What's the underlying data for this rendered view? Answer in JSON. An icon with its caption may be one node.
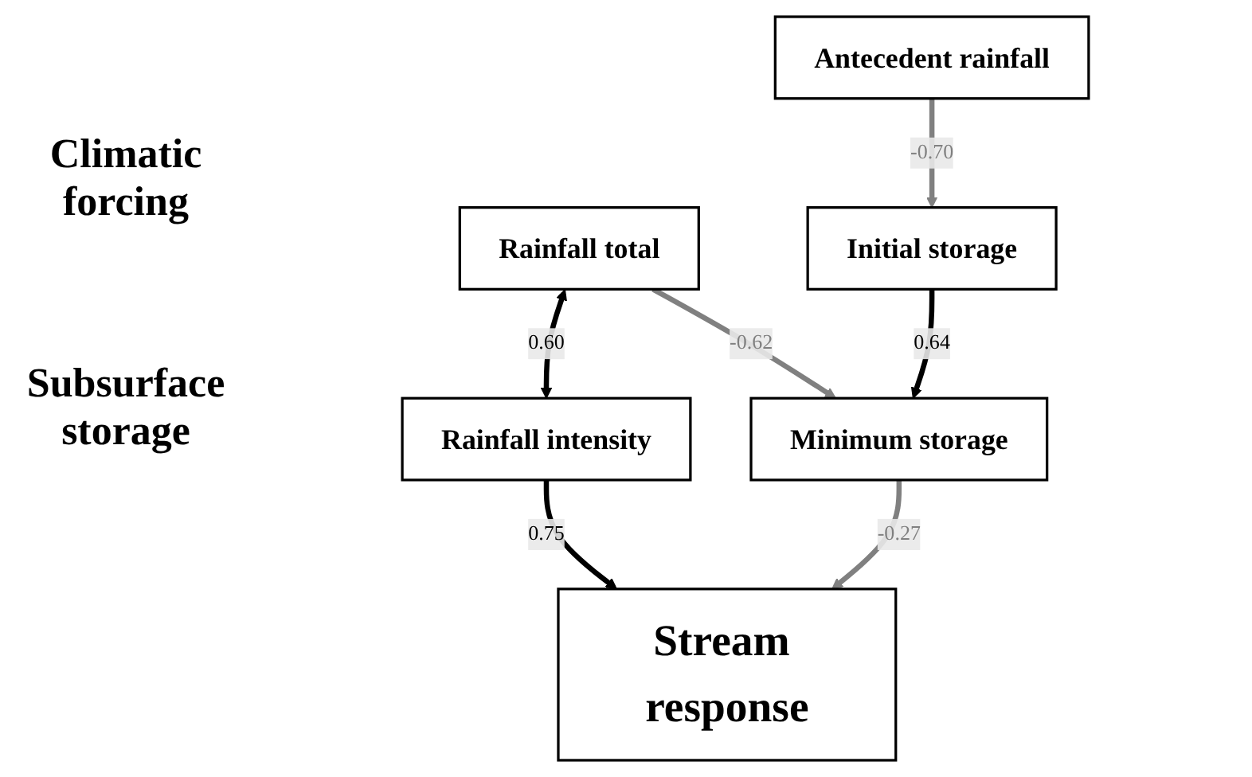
{
  "diagram": {
    "nodes": [
      {
        "text": [
          "Antecedent rainfall"
        ]
      },
      {
        "text": [
          "Rainfall total"
        ]
      },
      {
        "text": [
          "Rainfall intensity"
        ]
      },
      {
        "text": [
          "Initial storage"
        ]
      },
      {
        "text": [
          "Minimum storage"
        ]
      },
      {
        "text": [
          "Stream response"
        ]
      }
    ],
    "edges": [
      {
        "from": 1,
        "to": 2,
        "arrow": "both",
        "label": "0.60",
        "color": "#000000"
      },
      {
        "from": 0,
        "to": 3,
        "arrow": "to",
        "label": "-0.70",
        "color": "#808080"
      },
      {
        "from": 1,
        "to": 4,
        "arrow": "to",
        "label": "-0.62",
        "color": "#808080"
      },
      {
        "from": 2,
        "to": 5,
        "arrow": "to",
        "label": "0.75",
        "color": "#000000"
      },
      {
        "from": 3,
        "to": 4,
        "arrow": "to",
        "label": "0.64",
        "color": "#000000"
      },
      {
        "from": 4,
        "to": 5,
        "arrow": "to",
        "label": "-0.27",
        "color": "#808080"
      }
    ],
    "labels": [
      "Climatic forcing",
      "Subsurface storage"
    ]
  }
}
